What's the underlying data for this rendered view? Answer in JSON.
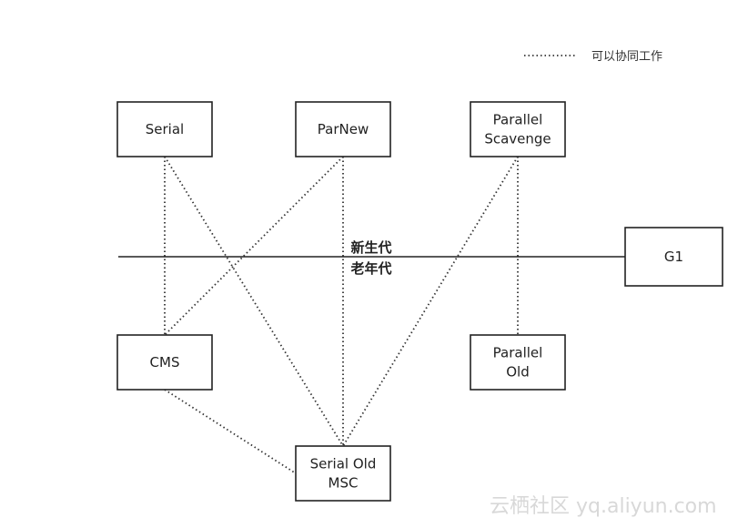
{
  "legend": {
    "label": "可以协同工作"
  },
  "divider": {
    "young_label": "新生代",
    "old_label": "老年代"
  },
  "nodes": [
    {
      "id": "serial",
      "lines": [
        "Serial"
      ]
    },
    {
      "id": "parnew",
      "lines": [
        "ParNew"
      ]
    },
    {
      "id": "parallel-scavenge",
      "lines": [
        "Parallel",
        "Scavenge"
      ]
    },
    {
      "id": "g1",
      "lines": [
        "G1"
      ]
    },
    {
      "id": "cms",
      "lines": [
        "CMS"
      ]
    },
    {
      "id": "parallel-old",
      "lines": [
        "Parallel",
        "Old"
      ]
    },
    {
      "id": "serial-old-msc",
      "lines": [
        "Serial Old",
        "MSC"
      ]
    }
  ],
  "links": [
    {
      "from": "serial",
      "to": "cms"
    },
    {
      "from": "serial",
      "to": "serial-old-msc"
    },
    {
      "from": "parnew",
      "to": "cms"
    },
    {
      "from": "parnew",
      "to": "serial-old-msc"
    },
    {
      "from": "parallel-scavenge",
      "to": "serial-old-msc"
    },
    {
      "from": "parallel-scavenge",
      "to": "parallel-old"
    },
    {
      "from": "cms",
      "to": "serial-old-msc"
    }
  ],
  "watermark": "云栖社区 yq.aliyun.com"
}
